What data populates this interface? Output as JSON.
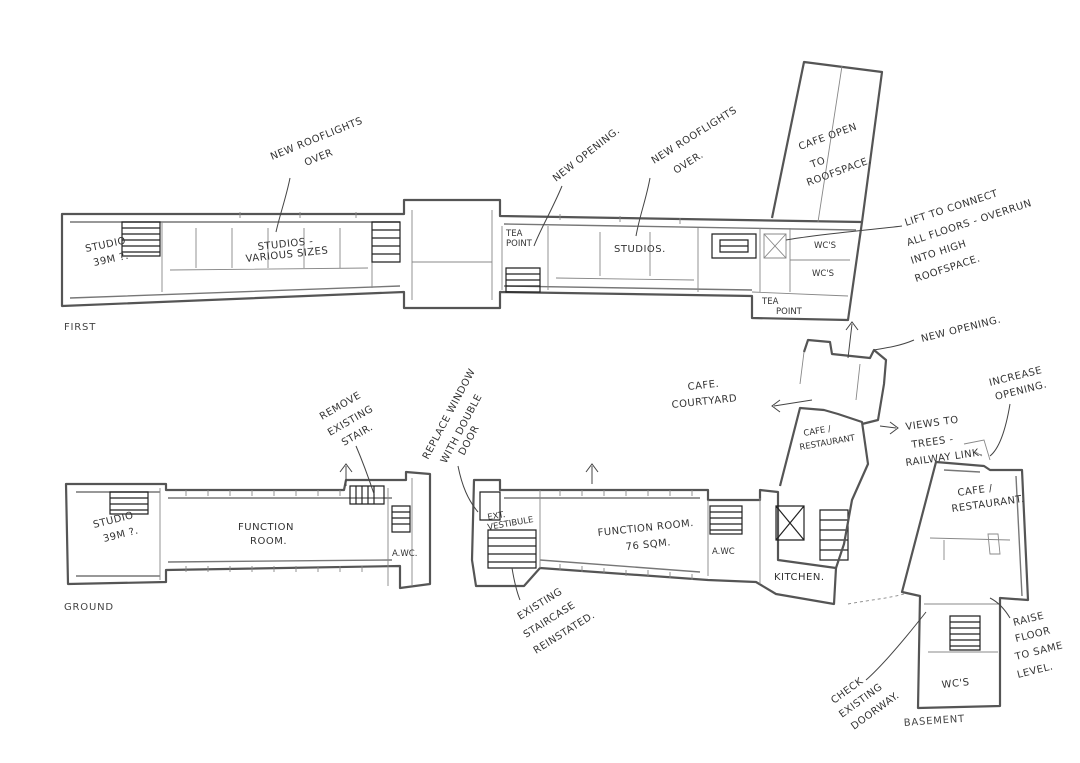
{
  "levels": {
    "first": "FIRST",
    "ground": "GROUND",
    "basement": "BASEMENT"
  },
  "first_floor": {
    "studio_left": [
      "STUDIO",
      "39M ?."
    ],
    "studios_various": [
      "STUDIOS -",
      "VARIOUS SIZES"
    ],
    "tea_point": [
      "TEA",
      "POINT"
    ],
    "studios_right": "STUDIOS.",
    "wcs_1": "WC'S",
    "wcs_2": "WC'S",
    "tea_point_2": [
      "TEA",
      "POINT"
    ]
  },
  "ground_floor": {
    "studio_left": [
      "STUDIO",
      "39M ?."
    ],
    "function_room_1": [
      "FUNCTION",
      "ROOM."
    ],
    "awc_1": "A.WC.",
    "existing_vestibule": [
      "EXT.",
      "VESTIBULE"
    ],
    "function_room_2": [
      "FUNCTION ROOM.",
      "76 SQM."
    ],
    "awc_2": "A.WC",
    "kitchen": "KITCHEN.",
    "cafe_restaurant": [
      "CAFE /",
      "RESTAURANT"
    ]
  },
  "basement": {
    "cafe_restaurant": [
      "CAFE /",
      "RESTAURANT."
    ],
    "wcs": "WC'S"
  },
  "annotations": {
    "new_rooflights_1": [
      "NEW ROOFLIGHTS",
      "OVER"
    ],
    "new_opening_1": "NEW OPENING.",
    "new_rooflights_2": [
      "NEW ROOFLIGHTS",
      "OVER."
    ],
    "cafe_open": [
      "CAFE OPEN",
      "TO",
      "ROOFSPACE."
    ],
    "lift": [
      "LIFT TO CONNECT",
      "ALL FLOORS - OVERRUN",
      "INTO HIGH",
      "ROOFSPACE."
    ],
    "new_opening_2": "NEW OPENING.",
    "cafe_courtyard": [
      "CAFE.",
      "COURTYARD"
    ],
    "views": [
      "VIEWS TO",
      "TREES -",
      "RAILWAY LINK."
    ],
    "increase_opening": [
      "INCREASE",
      "OPENING."
    ],
    "remove_stair": [
      "REMOVE",
      "EXISTING",
      "STAIR."
    ],
    "replace_window": [
      "REPLACE WINDOW",
      "WITH DOUBLE",
      "DOOR"
    ],
    "existing_staircase": [
      "EXISTING",
      "STAIRCASE",
      "REINSTATED."
    ],
    "raise_floor": [
      "RAISE",
      "FLOOR",
      "TO SAME",
      "LEVEL."
    ],
    "check_doorway": [
      "CHECK",
      "EXISTING",
      "DOORWAY."
    ]
  }
}
